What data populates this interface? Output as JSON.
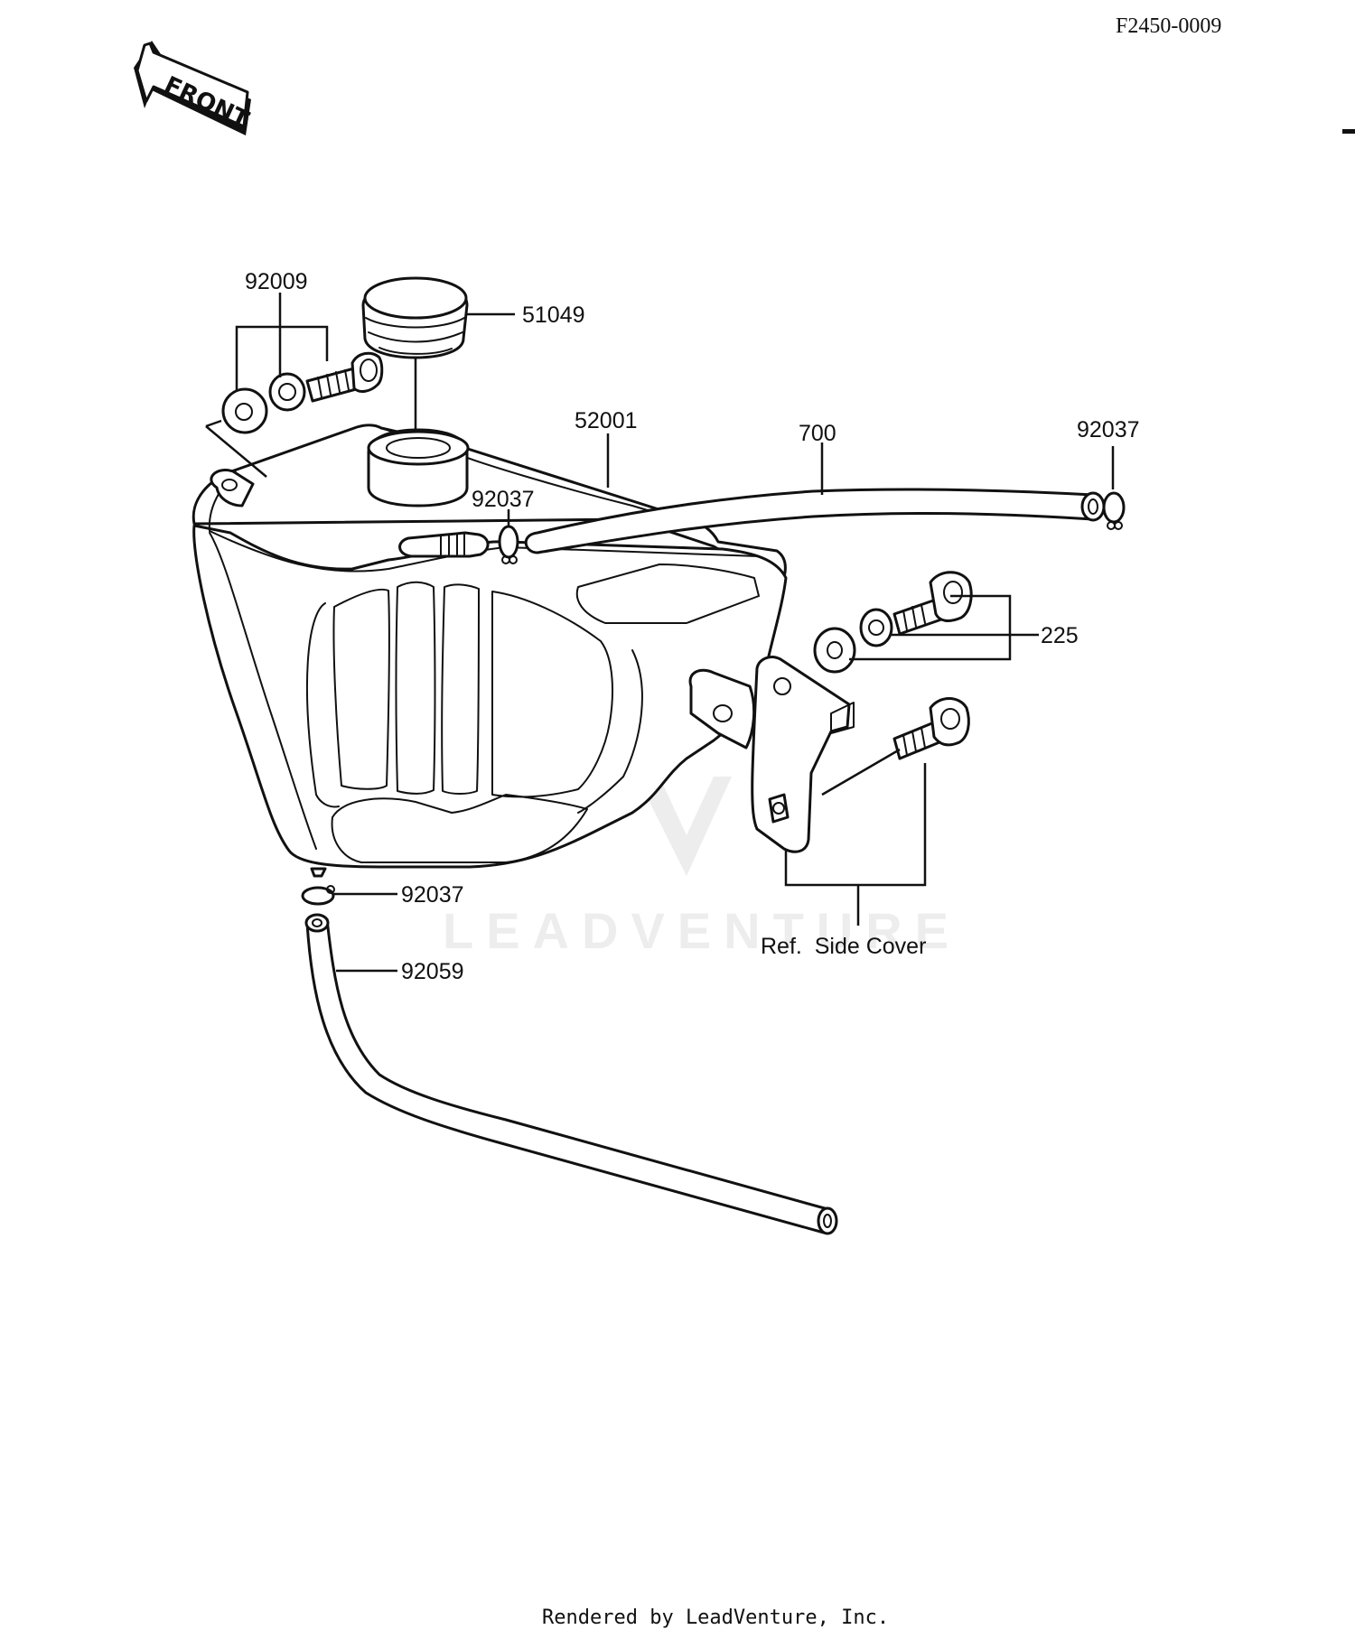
{
  "diagram_code": "F2450-0009",
  "front_label": "FRONT",
  "watermark": "LEADVENTURE",
  "parts": {
    "p92009": "92009",
    "p51049": "51049",
    "p52001": "52001",
    "p700": "700",
    "p92037_right": "92037",
    "p92037_top": "92037",
    "p225": "225",
    "p92037_bottom": "92037",
    "p92059": "92059"
  },
  "reference_note": "Ref.  Side Cover",
  "footer": "Rendered by LeadVenture, Inc."
}
